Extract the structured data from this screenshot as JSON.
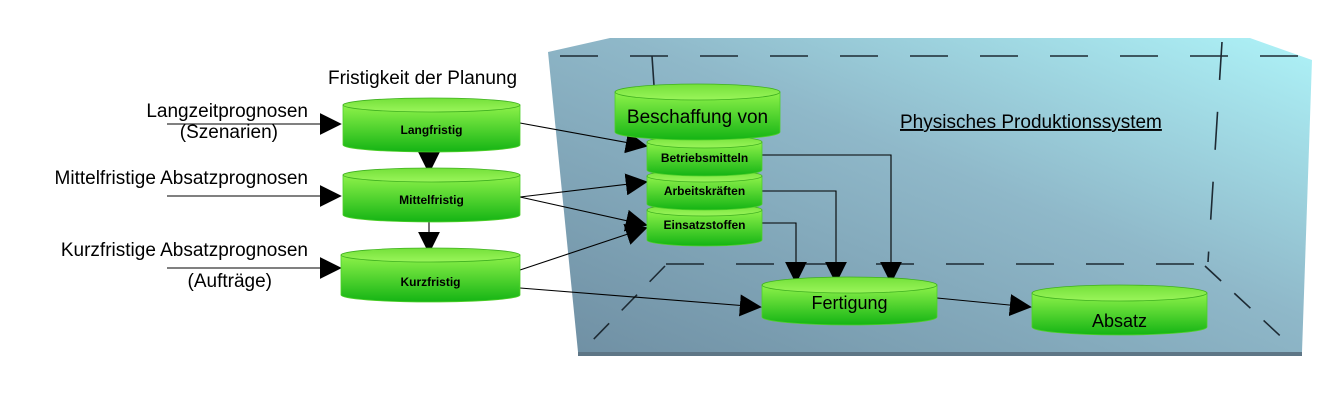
{
  "title": "Fristigkeit der Planung",
  "system_label": "Physisches Produktionssystem",
  "inputs": {
    "long_1": "Langzeitprognosen",
    "long_2": "(Szenarien)",
    "mid": "Mittelfristige Absatzprognosen",
    "short_1": "Kurzfristige Absatzprognosen",
    "short_2": "(Aufträge)"
  },
  "planning": {
    "long": "Langfristig",
    "mid": "Mittelfristig",
    "short": "Kurzfristig"
  },
  "procurement": {
    "header": "Beschaffung von",
    "items": [
      "Betriebsmitteln",
      "Arbeitskräften",
      "Einsatzstoffen"
    ]
  },
  "production": "Fertigung",
  "sales": "Absatz",
  "colors": {
    "cylinder_top": "#8ef24a",
    "cylinder_bottom": "#12b012",
    "box_light": "#aef3f8",
    "box_dark": "#6f8fa3"
  }
}
